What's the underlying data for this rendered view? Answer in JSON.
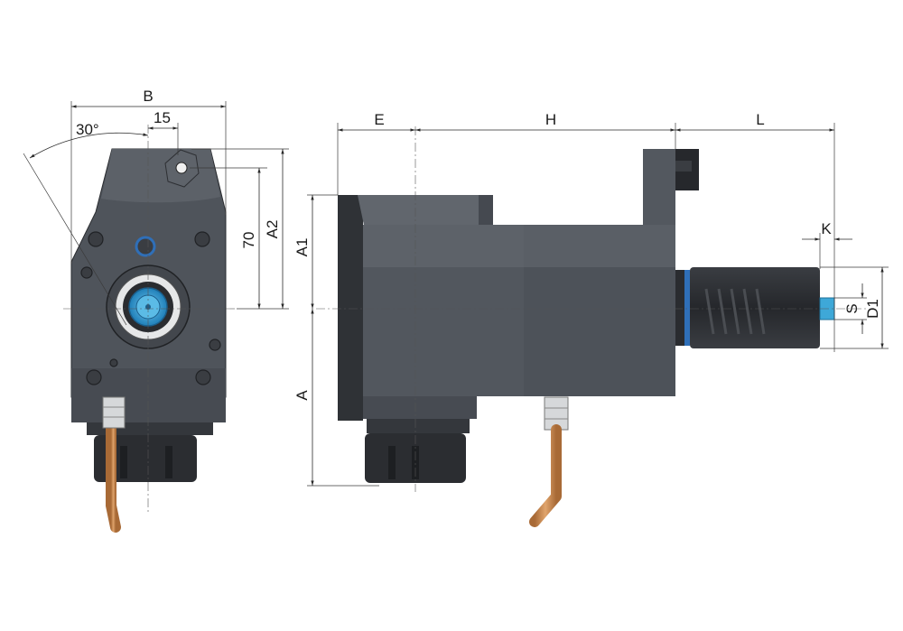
{
  "labels": {
    "B": "B",
    "angle": "30°",
    "offset": "15",
    "height_70": "70",
    "A2": "A2",
    "A1": "A1",
    "A": "A",
    "E": "E",
    "H": "H",
    "L": "L",
    "K": "K",
    "S": "S",
    "D1": "D1"
  },
  "colors": {
    "body_dark": "#3d4147",
    "body_mid": "#4b5057",
    "body_light": "#5a5f66",
    "blue": "#2f6fb8",
    "cyan": "#3ea8d8",
    "copper": "#c98a52",
    "nut": "#2b2d31"
  }
}
